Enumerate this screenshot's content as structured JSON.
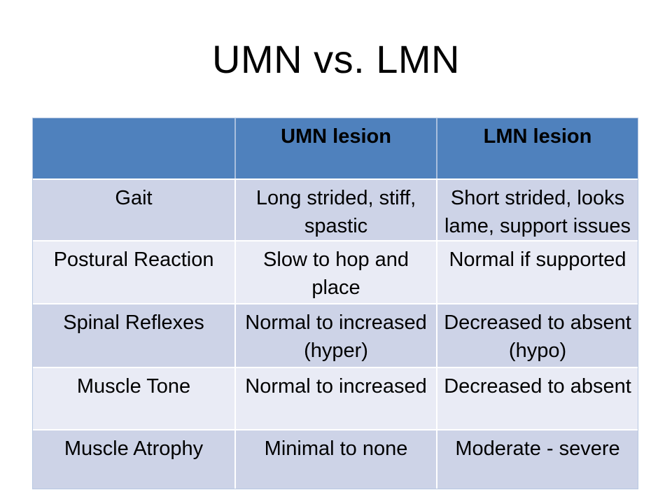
{
  "slide": {
    "title": "UMN vs. LMN"
  },
  "table": {
    "columns": [
      "",
      "UMN lesion",
      "LMN lesion"
    ],
    "rows": [
      {
        "label": "Gait",
        "umn": "Long strided, stiff, spastic",
        "lmn": "Short strided, looks lame, support issues"
      },
      {
        "label": "Postural Reaction",
        "umn": "Slow to hop and place",
        "lmn": "Normal if supported"
      },
      {
        "label": "Spinal Reflexes",
        "umn": "Normal to increased (hyper)",
        "lmn": "Decreased to absent (hypo)"
      },
      {
        "label": "Muscle Tone",
        "umn": "Normal to increased",
        "lmn": "Decreased to absent"
      },
      {
        "label": "Muscle Atrophy",
        "umn": "Minimal to none",
        "lmn": "Moderate - severe"
      }
    ],
    "colors": {
      "header_bg": "#4F81BD",
      "header_divider": "#A9BFDD",
      "band_dark": "#CDD3E7",
      "band_light": "#E9EBF5",
      "body_divider": "#FFFFFF",
      "text": "#000000"
    }
  }
}
